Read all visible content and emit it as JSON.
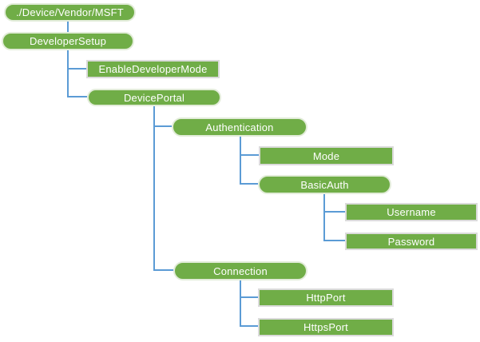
{
  "diagram": {
    "type": "tree",
    "description": "Configuration service provider node hierarchy for ./Device/Vendor/MSFT DeveloperSetup",
    "colors": {
      "node_fill": "#70AD47",
      "node_text": "#FFFFFF",
      "connector": "#5B9BD5",
      "rect_border": "#DBDBDB",
      "background": "#FFFFFF"
    },
    "nodes": [
      {
        "id": "root",
        "label": "./Device/Vendor/MSFT",
        "shape": "rounded",
        "parent": null
      },
      {
        "id": "developer-setup",
        "label": "DeveloperSetup",
        "shape": "rounded",
        "parent": "root"
      },
      {
        "id": "enable-developer-mode",
        "label": "EnableDeveloperMode",
        "shape": "rect",
        "parent": "developer-setup"
      },
      {
        "id": "device-portal",
        "label": "DevicePortal",
        "shape": "rounded",
        "parent": "developer-setup"
      },
      {
        "id": "authentication",
        "label": "Authentication",
        "shape": "rounded",
        "parent": "device-portal"
      },
      {
        "id": "mode",
        "label": "Mode",
        "shape": "rect",
        "parent": "authentication"
      },
      {
        "id": "basic-auth",
        "label": "BasicAuth",
        "shape": "rounded",
        "parent": "authentication"
      },
      {
        "id": "username",
        "label": "Username",
        "shape": "rect",
        "parent": "basic-auth"
      },
      {
        "id": "password",
        "label": "Password",
        "shape": "rect",
        "parent": "basic-auth"
      },
      {
        "id": "connection",
        "label": "Connection",
        "shape": "rounded",
        "parent": "device-portal"
      },
      {
        "id": "http-port",
        "label": "HttpPort",
        "shape": "rect",
        "parent": "connection"
      },
      {
        "id": "https-port",
        "label": "HttpsPort",
        "shape": "rect",
        "parent": "connection"
      }
    ]
  }
}
